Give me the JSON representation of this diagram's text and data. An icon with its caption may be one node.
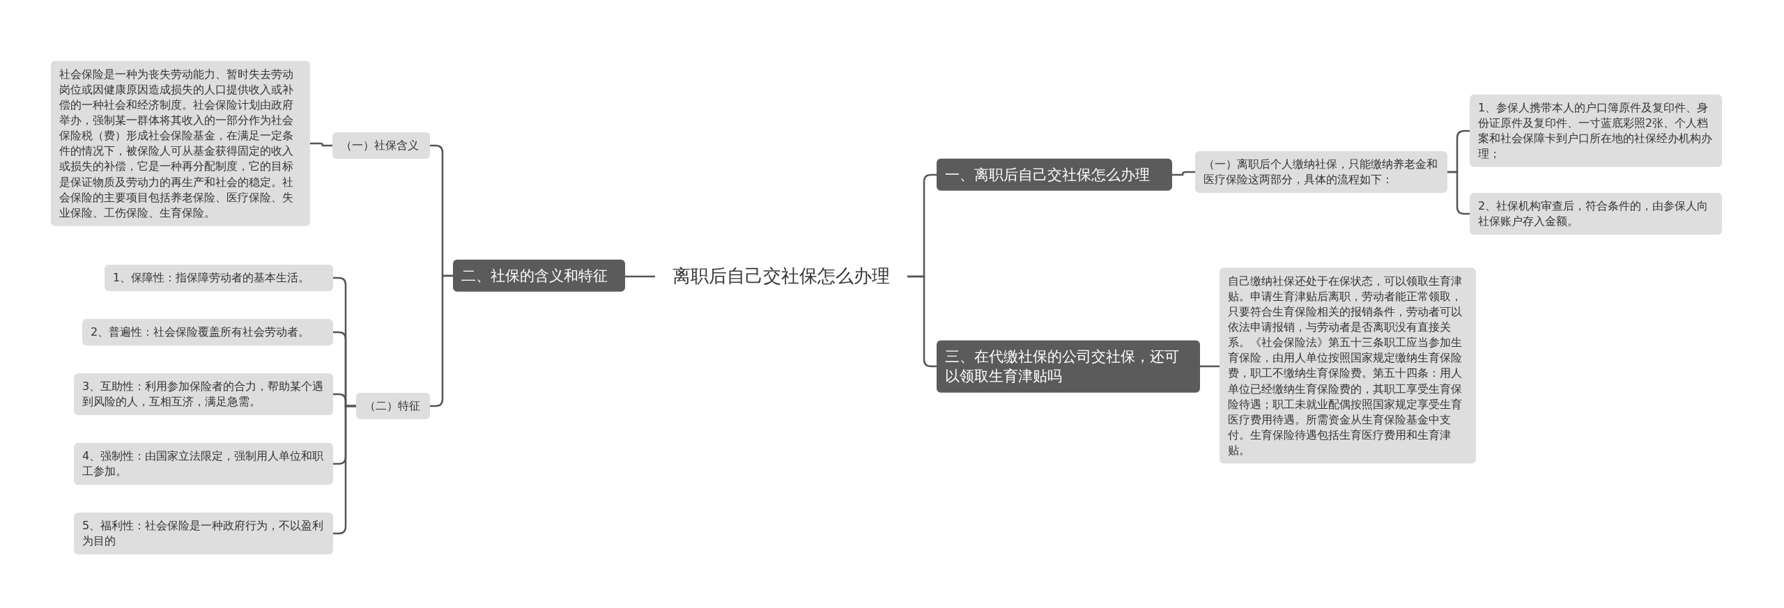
{
  "diagram": {
    "nodes": [
      {
        "text": [
          "离职后自己交社保怎么办理"
        ]
      },
      {
        "text": [
          "一、离职后自己交社保怎么办理"
        ]
      },
      {
        "text": [
          "（一）离职后个人缴纳社保，只能缴纳养老金和医疗保险这两部分，具体的流程如下："
        ]
      },
      {
        "text": [
          "1、参保人携带本人的户口簿原件及复印件、身份证原件及复印件、一寸蓝底彩照2张、个人档案和社会保障卡到户口所在地的社保经办机构办理；"
        ]
      },
      {
        "text": [
          "2、社保机构审查后，符合条件的，由参保人向社保账户存入金额。"
        ]
      },
      {
        "text": [
          "二、社保的含义和特征"
        ]
      },
      {
        "text": [
          "（一）社保含义"
        ]
      },
      {
        "text": [
          "社会保险是一种为丧失劳动能力、暂时失去劳动岗位或因健康原因造成损失的人口提供收入或补偿的一种社会和经济制度。社会保险计划由政府举办，强制某一群体将其收入的一部分作为社会保险税（费）形成社会保险基金，在满足一定条件的情况下，被保险人可从基金获得固定的收入或损失的补偿，它是一种再分配制度，它的目标是保证物质及劳动力的再生产和社会的稳定。社会保险的主要项目包括养老保险、医疗保险、失业保险、工伤保险、生育保险。"
        ]
      },
      {
        "text": [
          "（二）特征"
        ]
      },
      {
        "text": [
          "1、保障性：指保障劳动者的基本生活。"
        ]
      },
      {
        "text": [
          "2、普遍性：社会保险覆盖所有社会劳动者。"
        ]
      },
      {
        "text": [
          "3、互助性：利用参加保险者的合力，帮助某个遇到风险的人，互相互济，满足急需。"
        ]
      },
      {
        "text": [
          "4、强制性：由国家立法限定，强制用人单位和职工参加。"
        ]
      },
      {
        "text": [
          "5、福利性：社会保险是一种政府行为，不以盈利为目的"
        ]
      },
      {
        "text": [
          "三、在代缴社保的公司交社保，还可以领取生育津贴吗"
        ]
      },
      {
        "text": [
          "自己缴纳社保还处于在保状态，可以领取生育津贴。申请生育津贴后离职，劳动者能正常领取，只要符合生育保险相关的报销条件，劳动者可以依法申请报销，与劳动者是否离职没有直接关系。《社会保险法》第五十三条职工应当参加生育保险，由用人单位按照国家规定缴纳生育保险费，职工不缴纳生育保险费。第五十四条：用人单位已经缴纳生育保险费的，其职工享受生育保险待遇；职工未就业配偶按照国家规定享受生育医疗费用待遇。所需资金从生育保险基金中支付。生育保险待遇包括生育医疗费用和生育津贴。"
        ]
      }
    ],
    "edges": [
      {
        "from": 0,
        "to": 1,
        "arrow": "none"
      },
      {
        "from": 1,
        "to": 2,
        "arrow": "none"
      },
      {
        "from": 2,
        "to": 3,
        "arrow": "none"
      },
      {
        "from": 2,
        "to": 4,
        "arrow": "none"
      },
      {
        "from": 0,
        "to": 5,
        "arrow": "none"
      },
      {
        "from": 5,
        "to": 6,
        "arrow": "none"
      },
      {
        "from": 6,
        "to": 7,
        "arrow": "none"
      },
      {
        "from": 5,
        "to": 8,
        "arrow": "none"
      },
      {
        "from": 8,
        "to": 9,
        "arrow": "none"
      },
      {
        "from": 8,
        "to": 10,
        "arrow": "none"
      },
      {
        "from": 8,
        "to": 11,
        "arrow": "none"
      },
      {
        "from": 8,
        "to": 12,
        "arrow": "none"
      },
      {
        "from": 8,
        "to": 13,
        "arrow": "none"
      },
      {
        "from": 0,
        "to": 14,
        "arrow": "none"
      },
      {
        "from": 14,
        "to": 15,
        "arrow": "none"
      }
    ]
  }
}
